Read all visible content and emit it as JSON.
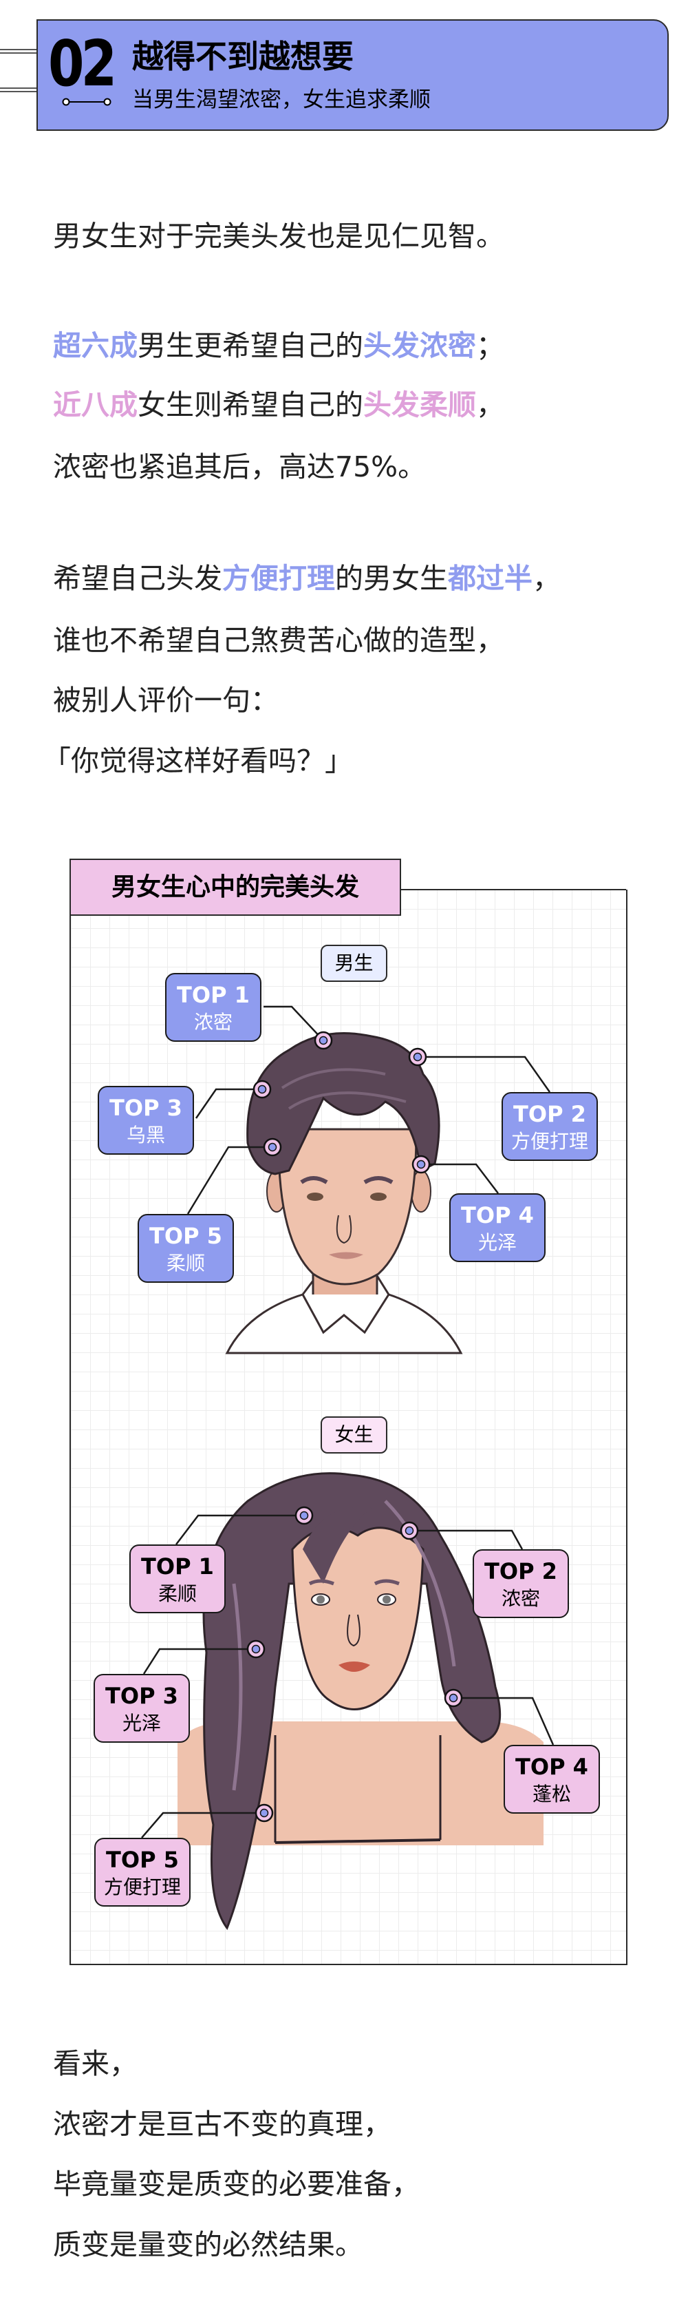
{
  "header": {
    "number": "02",
    "title": "越得不到越想要",
    "subtitle": "当男生渴望浓密，女生追求柔顺"
  },
  "intro": {
    "line1": "男女生对于完美头发也是见仁见智。",
    "line2": {
      "h1": "超六成",
      "t1": "男生更希望自己的",
      "h2": "头发浓密",
      "t2": "；"
    },
    "line3": {
      "h1": "近八成",
      "t1": "女生则希望自己的",
      "h2": "头发柔顺",
      "t2": "，"
    },
    "line4": "浓密也紧追其后，高达75%。"
  },
  "para2": {
    "line1": {
      "t1": "希望自己头发",
      "h1": "方便打理",
      "t2": "的男女生",
      "h2": "都过半",
      "t3": "，"
    },
    "line2": "谁也不希望自己煞费苦心做的造型，",
    "line3": "被别人评价一句：",
    "line4": "「你觉得这样好看吗？」"
  },
  "infographic": {
    "title": "男女生心中的完美头发",
    "male": {
      "label": "男生",
      "items": [
        {
          "rank": "TOP 1",
          "value": "浓密"
        },
        {
          "rank": "TOP 2",
          "value": "方便打理"
        },
        {
          "rank": "TOP 3",
          "value": "乌黑"
        },
        {
          "rank": "TOP 4",
          "value": "光泽"
        },
        {
          "rank": "TOP 5",
          "value": "柔顺"
        }
      ]
    },
    "female": {
      "label": "女生",
      "items": [
        {
          "rank": "TOP 1",
          "value": "柔顺"
        },
        {
          "rank": "TOP 2",
          "value": "浓密"
        },
        {
          "rank": "TOP 3",
          "value": "光泽"
        },
        {
          "rank": "TOP 4",
          "value": "蓬松"
        },
        {
          "rank": "TOP 5",
          "value": "方便打理"
        }
      ]
    }
  },
  "conclusion": {
    "line1": "看来，",
    "line2": "浓密才是亘古不变的真理，",
    "line3": "毕竟量变是质变的必要准备，",
    "line4": "质变是量变的必然结果。"
  },
  "colors": {
    "accent_blue": "#8f9cef",
    "accent_pink": "#f0c4e8",
    "highlight_pink": "#dfa0da"
  }
}
